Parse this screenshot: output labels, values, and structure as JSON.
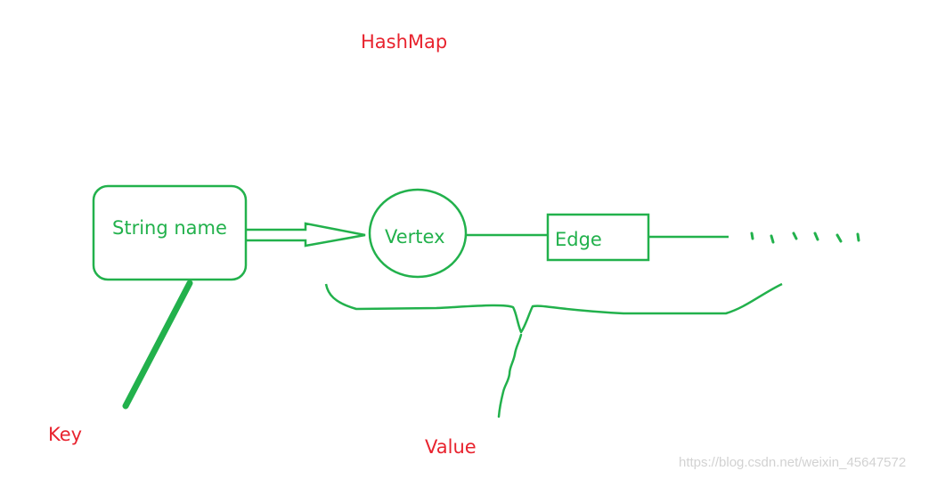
{
  "title": "HashMap",
  "key_box": {
    "label": "String name"
  },
  "vertex_node": {
    "label": "Vertex"
  },
  "edge_node": {
    "label": "Edge"
  },
  "continuation": "......",
  "key_label": "Key",
  "value_label": "Value",
  "watermark": "https://blog.csdn.net/weixin_45647572",
  "colors": {
    "stroke": "#22b14c",
    "annotation": "#e8232e",
    "watermark": "#d2d2d2"
  }
}
